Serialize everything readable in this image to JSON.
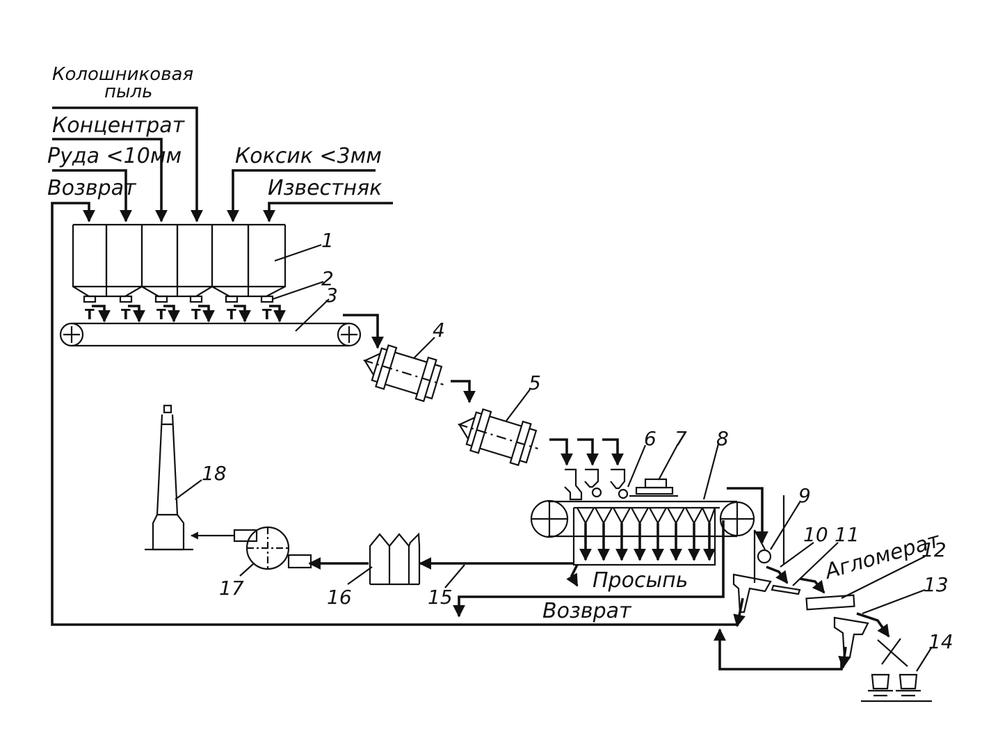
{
  "inputs": {
    "dust": [
      "Колошниковая",
      "пыль"
    ],
    "concentrate": "Концентрат",
    "ore": "Руда <10мм",
    "return": "Возврат",
    "coke": "Коксик <3мм",
    "limestone": "Известняк"
  },
  "flows": {
    "spillage": "Просыпь",
    "return_bottom": "Возврат",
    "agglomerate": "Агломерат"
  },
  "numbers": [
    "1",
    "2",
    "3",
    "4",
    "5",
    "6",
    "7",
    "8",
    "9",
    "10",
    "11",
    "12",
    "13",
    "14",
    "15",
    "16",
    "17",
    "18"
  ],
  "feeder_mark": "T"
}
